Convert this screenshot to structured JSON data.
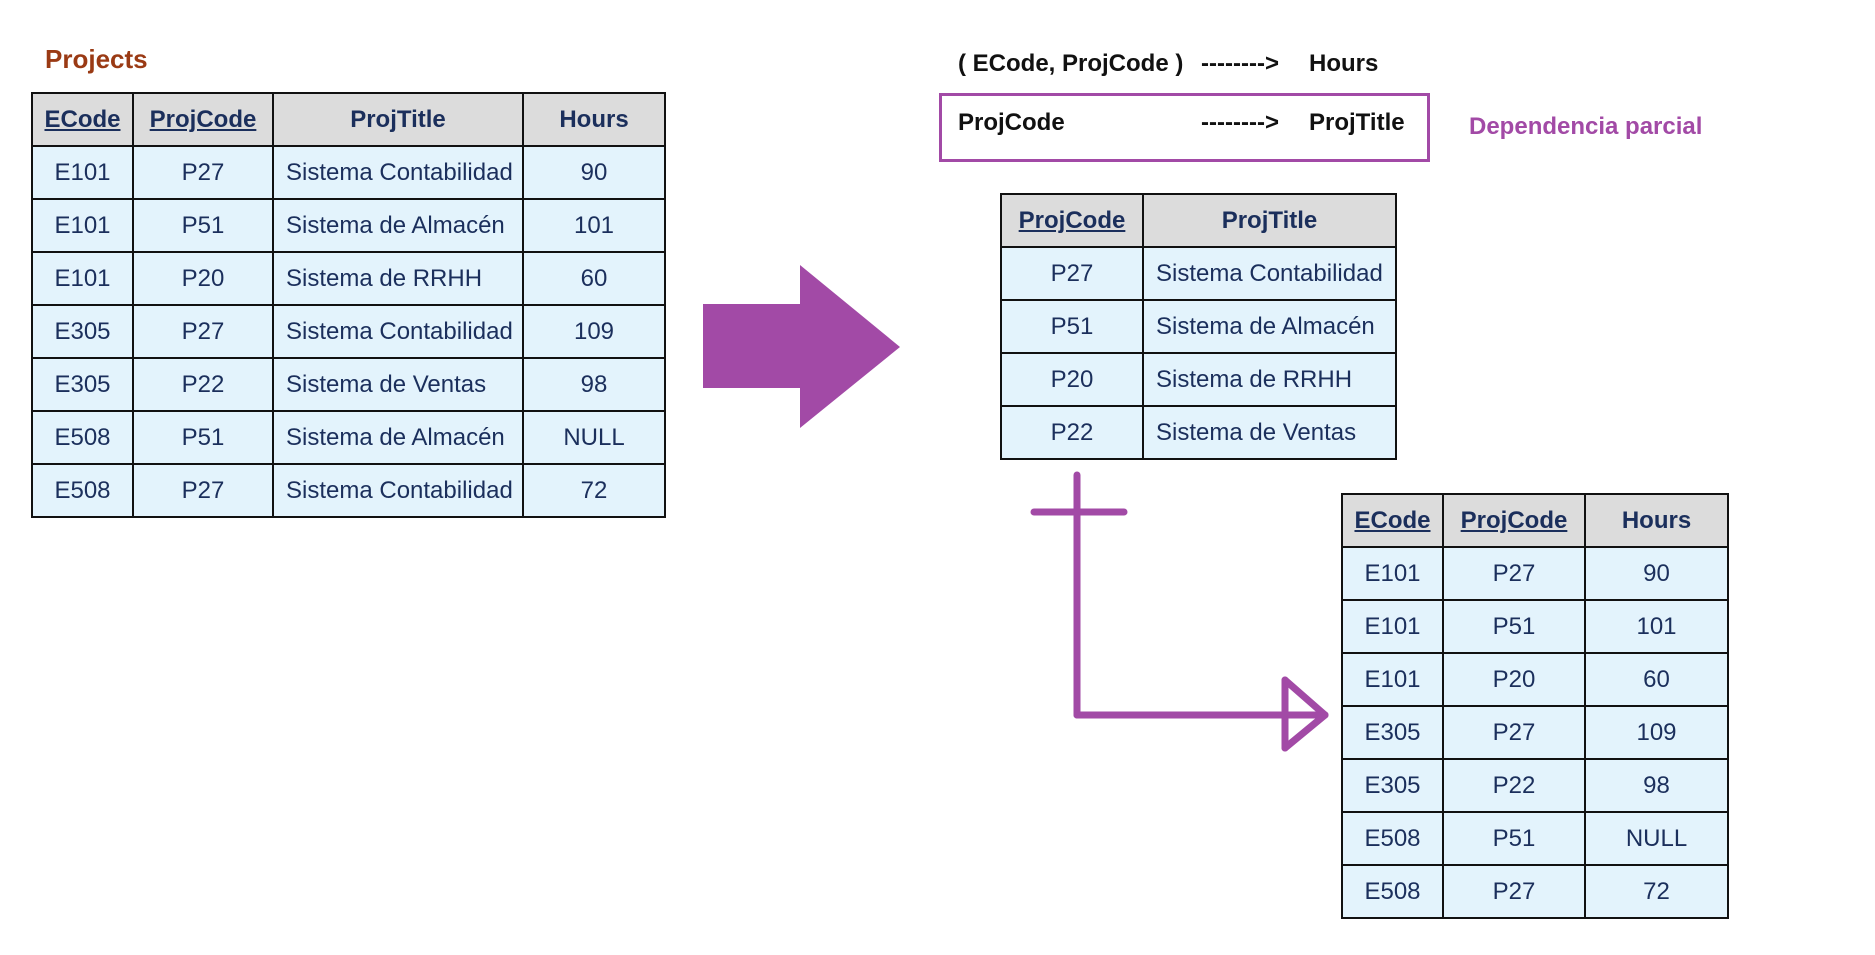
{
  "source": {
    "title": "Projects",
    "columns": [
      {
        "label": "ECode",
        "key": true
      },
      {
        "label": "ProjCode",
        "key": true
      },
      {
        "label": "ProjTitle",
        "key": false
      },
      {
        "label": "Hours",
        "key": false
      }
    ],
    "rows": [
      [
        "E101",
        "P27",
        "Sistema Contabilidad",
        "90"
      ],
      [
        "E101",
        "P51",
        "Sistema de Almacén",
        "101"
      ],
      [
        "E101",
        "P20",
        "Sistema de RRHH",
        "60"
      ],
      [
        "E305",
        "P27",
        "Sistema Contabilidad",
        "109"
      ],
      [
        "E305",
        "P22",
        "Sistema de Ventas",
        "98"
      ],
      [
        "E508",
        "P51",
        "Sistema de Almacén",
        "NULL"
      ],
      [
        "E508",
        "P27",
        "Sistema Contabilidad",
        "72"
      ]
    ]
  },
  "dependencies": {
    "full": {
      "lhs": "( ECode, ProjCode )",
      "arrow": "-------->",
      "rhs": "Hours"
    },
    "partial": {
      "lhs": "ProjCode",
      "arrow": "-------->",
      "rhs": "ProjTitle"
    },
    "partial_label": "Dependencia parcial"
  },
  "projects_table": {
    "columns": [
      {
        "label": "ProjCode",
        "key": true
      },
      {
        "label": "ProjTitle",
        "key": false
      }
    ],
    "rows": [
      [
        "P27",
        "Sistema Contabilidad"
      ],
      [
        "P51",
        "Sistema de Almacén"
      ],
      [
        "P20",
        "Sistema de RRHH"
      ],
      [
        "P22",
        "Sistema de Ventas"
      ]
    ]
  },
  "hours_table": {
    "columns": [
      {
        "label": "ECode",
        "key": true
      },
      {
        "label": "ProjCode",
        "key": true
      },
      {
        "label": "Hours",
        "key": false
      }
    ],
    "rows": [
      [
        "E101",
        "P27",
        "90"
      ],
      [
        "E101",
        "P51",
        "101"
      ],
      [
        "E101",
        "P20",
        "60"
      ],
      [
        "E305",
        "P27",
        "109"
      ],
      [
        "E305",
        "P22",
        "98"
      ],
      [
        "E508",
        "P51",
        "NULL"
      ],
      [
        "E508",
        "P27",
        "72"
      ]
    ]
  },
  "colors": {
    "accent": "#a24aa6",
    "header_bg": "#dcdcdc",
    "cell_bg": "#e3f3fc",
    "cell_text": "#1b2f5c",
    "title": "#9a3a14"
  }
}
